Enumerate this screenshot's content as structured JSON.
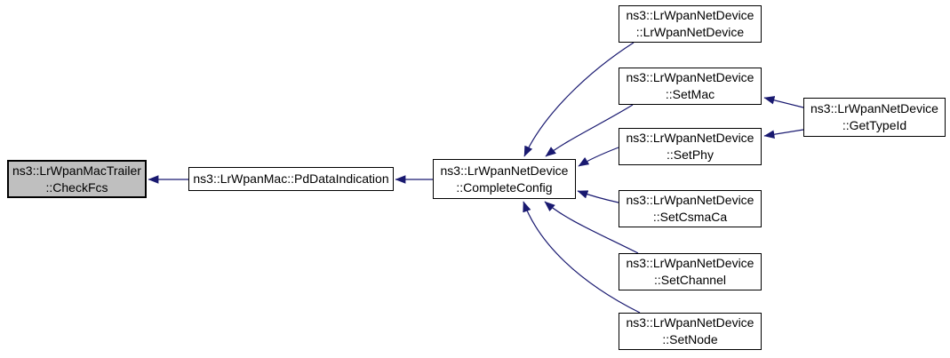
{
  "diagram": {
    "kind": "caller-graph",
    "colors": {
      "edge": "#191970",
      "border": "#000000",
      "node_fill": "#ffffff",
      "highlight_fill": "#bfbfbf",
      "background": "#ffffff"
    },
    "nodes": {
      "checkfcs": {
        "line1": "ns3::LrWpanMacTrailer",
        "line2": "::CheckFcs"
      },
      "pddataindication": {
        "line1": "ns3::LrWpanMac::PdDataIndication",
        "line2": ""
      },
      "completeconfig": {
        "line1": "ns3::LrWpanNetDevice",
        "line2": "::CompleteConfig"
      },
      "lrwpannetdevice": {
        "line1": "ns3::LrWpanNetDevice",
        "line2": "::LrWpanNetDevice"
      },
      "setmac": {
        "line1": "ns3::LrWpanNetDevice",
        "line2": "::SetMac"
      },
      "setphy": {
        "line1": "ns3::LrWpanNetDevice",
        "line2": "::SetPhy"
      },
      "setcsmaca": {
        "line1": "ns3::LrWpanNetDevice",
        "line2": "::SetCsmaCa"
      },
      "setchannel": {
        "line1": "ns3::LrWpanNetDevice",
        "line2": "::SetChannel"
      },
      "setnode": {
        "line1": "ns3::LrWpanNetDevice",
        "line2": "::SetNode"
      },
      "gettypeid": {
        "line1": "ns3::LrWpanNetDevice",
        "line2": "::GetTypeId"
      }
    }
  }
}
